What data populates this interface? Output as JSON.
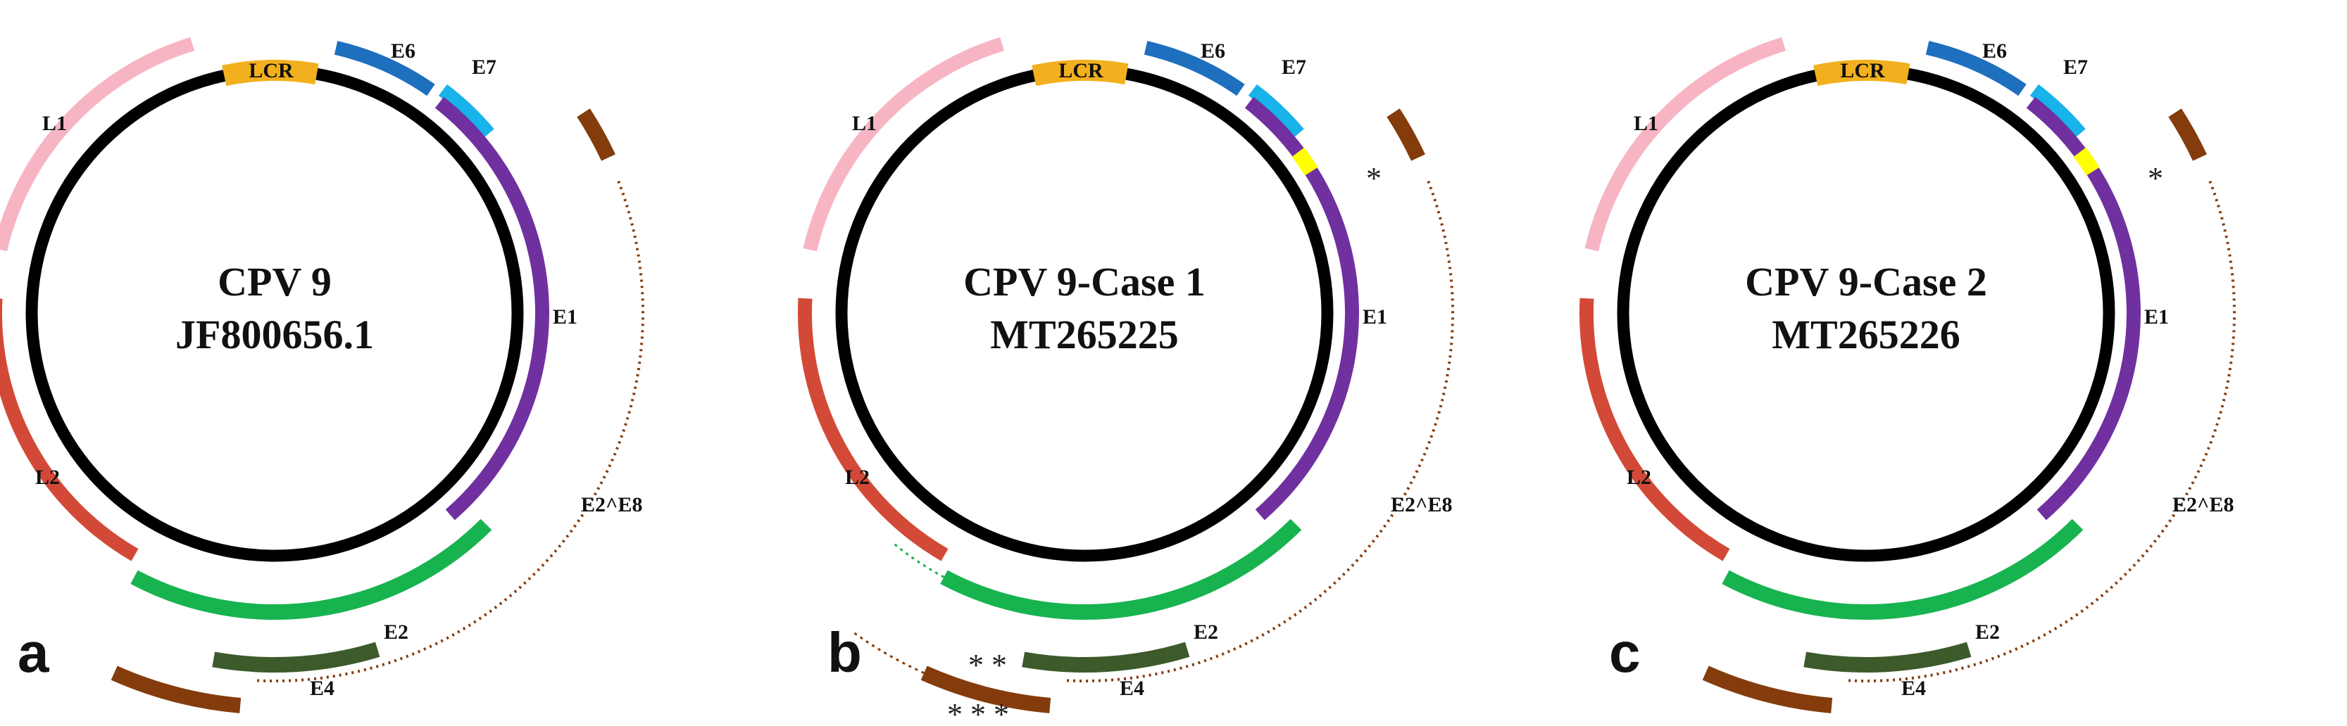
{
  "colors": {
    "backbone": "#000000",
    "LCR": "#f2b01e",
    "E6": "#1f6fbf",
    "E7": "#17b3ea",
    "E1": "#7030a0",
    "E2": "#17b34f",
    "E4": "#3d5a2a",
    "E8": "#843c0c",
    "L1": "#f7b5c4",
    "L2": "#d24a37",
    "marker": "#ffff00"
  },
  "panels": [
    {
      "letter": "a",
      "title": "CPV 9",
      "accession": "JF800656.1",
      "labels": {
        "L1": "L1",
        "L2": "L2",
        "LCR": "LCR",
        "E6": "E6",
        "E7": "E7",
        "E1": "E1",
        "E2": "E2",
        "E4": "E4",
        "E2E8": "E2^E8"
      },
      "variant_marker": false,
      "star1": "",
      "star2": "",
      "star3": ""
    },
    {
      "letter": "b",
      "title": "CPV 9-Case 1",
      "accession": "MT265225",
      "labels": {
        "L1": "L1",
        "L2": "L2",
        "LCR": "LCR",
        "E6": "E6",
        "E7": "E7",
        "E1": "E1",
        "E2": "E2",
        "E4": "E4",
        "E2E8": "E2^E8"
      },
      "variant_marker": true,
      "star1": "*",
      "star2": "* *",
      "star3": "* * *"
    },
    {
      "letter": "c",
      "title": "CPV 9-Case 2",
      "accession": "MT265226",
      "labels": {
        "L1": "L1",
        "L2": "L2",
        "LCR": "LCR",
        "E6": "E6",
        "E7": "E7",
        "E1": "E1",
        "E2": "E2",
        "E4": "E4",
        "E2E8": "E2^E8"
      },
      "variant_marker": true,
      "star1": "*",
      "star2": "",
      "star3": ""
    }
  ]
}
